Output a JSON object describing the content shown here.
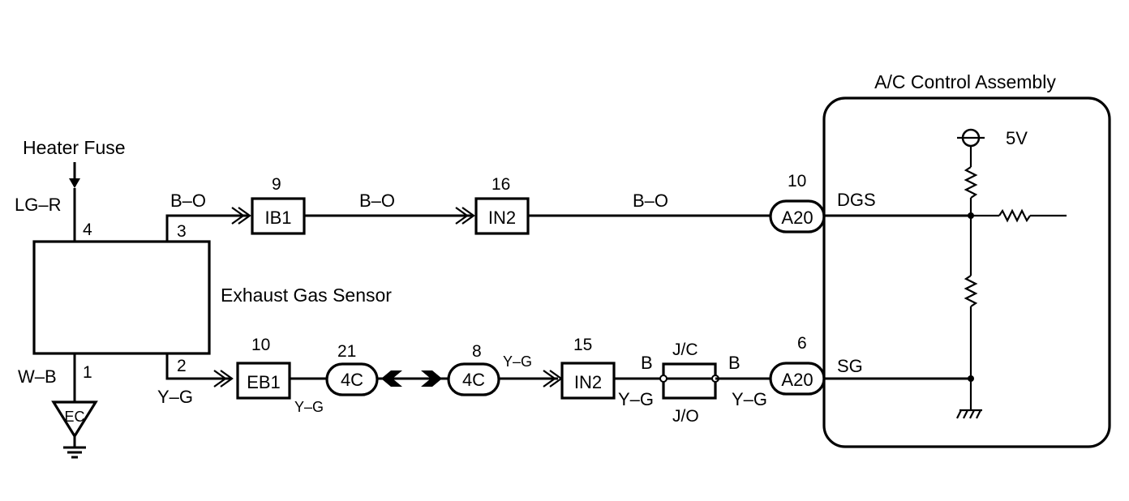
{
  "power": {
    "label": "Heater Fuse",
    "wire": "LG–R"
  },
  "sensor": {
    "label": "Exhaust Gas Sensor",
    "pin_top": "4",
    "pin_out_top": "3",
    "pin_bottom": "1",
    "pin_out_bottom": "2"
  },
  "ground": {
    "wire": "W–B",
    "label": "EC"
  },
  "top_circuit": {
    "wire_1": "B–O",
    "ib1": {
      "pin": "9",
      "label": "IB1"
    },
    "wire_2": "B–O",
    "in2": {
      "pin": "16",
      "label": "IN2"
    },
    "wire_3": "B–O",
    "a20": {
      "pin": "10",
      "label": "A20"
    },
    "terminal": "DGS"
  },
  "bottom_circuit": {
    "wire_1": "Y–G",
    "eb1": {
      "pin": "10",
      "label": "EB1"
    },
    "wire_2": "Y–G",
    "c4_left": {
      "pin": "21",
      "label": "4C"
    },
    "c4_right": {
      "pin": "8",
      "label": "4C"
    },
    "wire_3": "Y–G",
    "in2": {
      "pin": "15",
      "label": "IN2"
    },
    "wire_4_top": "B",
    "wire_4_bottom": "Y–G",
    "jc_label": "J/C",
    "jo_label": "J/O",
    "wire_5_top": "B",
    "wire_5_bottom": "Y–G",
    "a20": {
      "pin": "6",
      "label": "A20"
    },
    "terminal": "SG"
  },
  "ac_control": {
    "title": "A/C Control Assembly",
    "voltage": "5V"
  }
}
